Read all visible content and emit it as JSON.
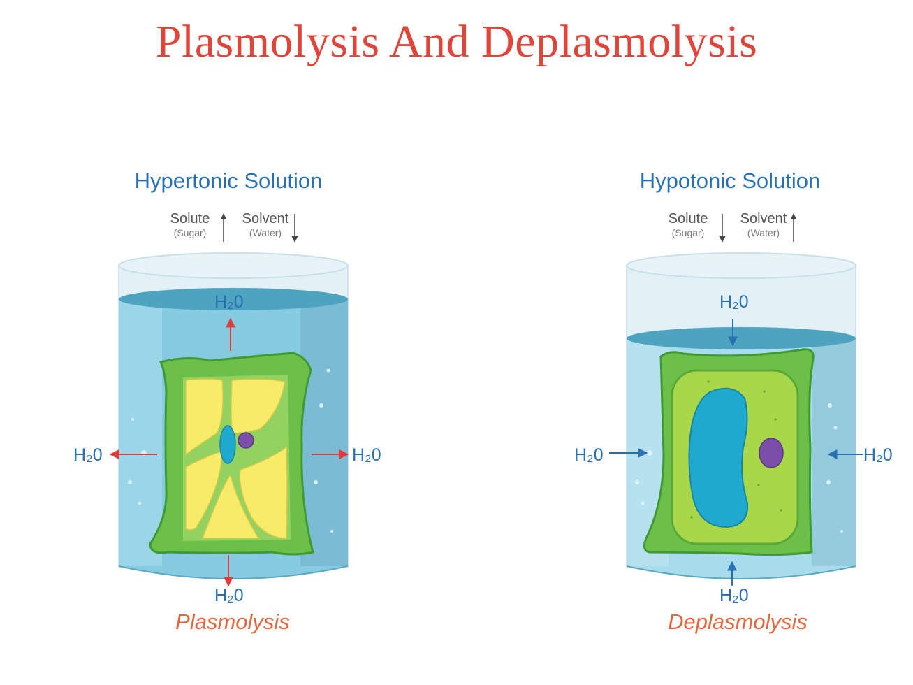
{
  "title": "Plasmolysis And Deplasmolysis",
  "left": {
    "heading": "Hypertonic Solution",
    "solute_label": "Solute",
    "solute_sub": "(Sugar)",
    "solute_direction": "up",
    "solvent_label": "Solvent",
    "solvent_sub": "(Water)",
    "solvent_direction": "down",
    "water_label": "H₂0",
    "water_flow": "outward",
    "process": "Plasmolysis"
  },
  "right": {
    "heading": "Hypotonic Solution",
    "solute_label": "Solute",
    "solute_sub": "(Sugar)",
    "solute_direction": "down",
    "solvent_label": "Solvent",
    "solvent_sub": "(Water)",
    "solvent_direction": "up",
    "water_label": "H₂0",
    "water_flow": "inward",
    "process": "Deplasmolysis"
  },
  "colors": {
    "title": "#e0453a",
    "heading": "#2870b4",
    "process": "#e0673f",
    "outward_arrow": "#e03a3a",
    "inward_arrow": "#2870b4",
    "water": "#7fc6dc",
    "cell_wall": "#6cc04a",
    "vacuole_shrunken": "#f7ec6a",
    "cytoplasm": "#a8d84a",
    "vacuole_swollen": "#1fa9cf",
    "nucleus": "#7b4fa8"
  }
}
